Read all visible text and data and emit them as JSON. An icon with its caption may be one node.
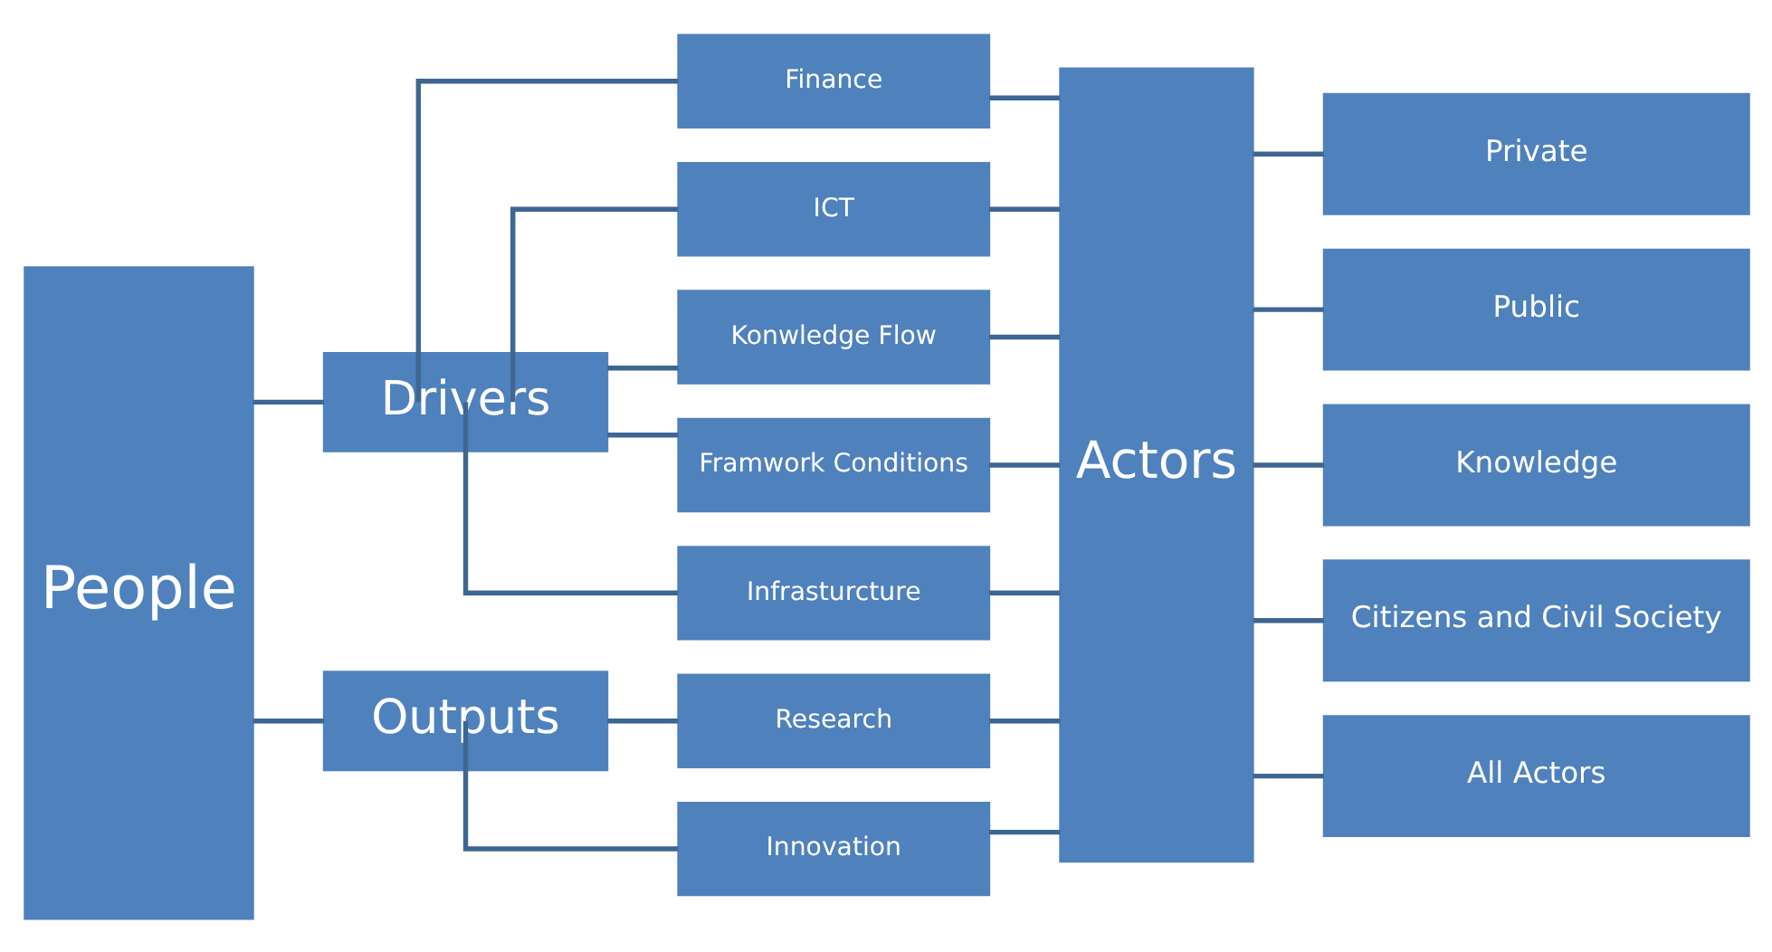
{
  "diagram": {
    "nodes": [
      {
        "text": [
          "People"
        ]
      },
      {
        "text": [
          "Drivers"
        ]
      },
      {
        "text": [
          "Outputs"
        ]
      },
      {
        "text": [
          "Finance"
        ]
      },
      {
        "text": [
          "ICT"
        ]
      },
      {
        "text": [
          "Konwledge Flow"
        ]
      },
      {
        "text": [
          "Framwork Conditions"
        ]
      },
      {
        "text": [
          "Infrasturcture"
        ]
      },
      {
        "text": [
          "Research"
        ]
      },
      {
        "text": [
          "Innovation"
        ]
      },
      {
        "text": [
          "Actors"
        ]
      },
      {
        "text": [
          "Private"
        ]
      },
      {
        "text": [
          "Public"
        ]
      },
      {
        "text": [
          "Knowledge"
        ]
      },
      {
        "text": [
          "Citizens and Civil Society"
        ]
      },
      {
        "text": [
          "All Actors"
        ]
      }
    ],
    "edges": [
      {
        "from": 0,
        "to": 1,
        "arrow": "none"
      },
      {
        "from": 0,
        "to": 2,
        "arrow": "none"
      },
      {
        "from": 1,
        "to": 3,
        "arrow": "none"
      },
      {
        "from": 1,
        "to": 4,
        "arrow": "none"
      },
      {
        "from": 1,
        "to": 5,
        "arrow": "none"
      },
      {
        "from": 1,
        "to": 6,
        "arrow": "none"
      },
      {
        "from": 1,
        "to": 7,
        "arrow": "none"
      },
      {
        "from": 2,
        "to": 8,
        "arrow": "none"
      },
      {
        "from": 2,
        "to": 9,
        "arrow": "none"
      },
      {
        "from": 3,
        "to": 10,
        "arrow": "none"
      },
      {
        "from": 4,
        "to": 10,
        "arrow": "none"
      },
      {
        "from": 5,
        "to": 10,
        "arrow": "none"
      },
      {
        "from": 6,
        "to": 10,
        "arrow": "none"
      },
      {
        "from": 7,
        "to": 10,
        "arrow": "none"
      },
      {
        "from": 8,
        "to": 10,
        "arrow": "none"
      },
      {
        "from": 9,
        "to": 10,
        "arrow": "none"
      },
      {
        "from": 10,
        "to": 11,
        "arrow": "none"
      },
      {
        "from": 10,
        "to": 12,
        "arrow": "none"
      },
      {
        "from": 10,
        "to": 13,
        "arrow": "none"
      },
      {
        "from": 10,
        "to": 14,
        "arrow": "none"
      },
      {
        "from": 10,
        "to": 15,
        "arrow": "none"
      }
    ]
  }
}
